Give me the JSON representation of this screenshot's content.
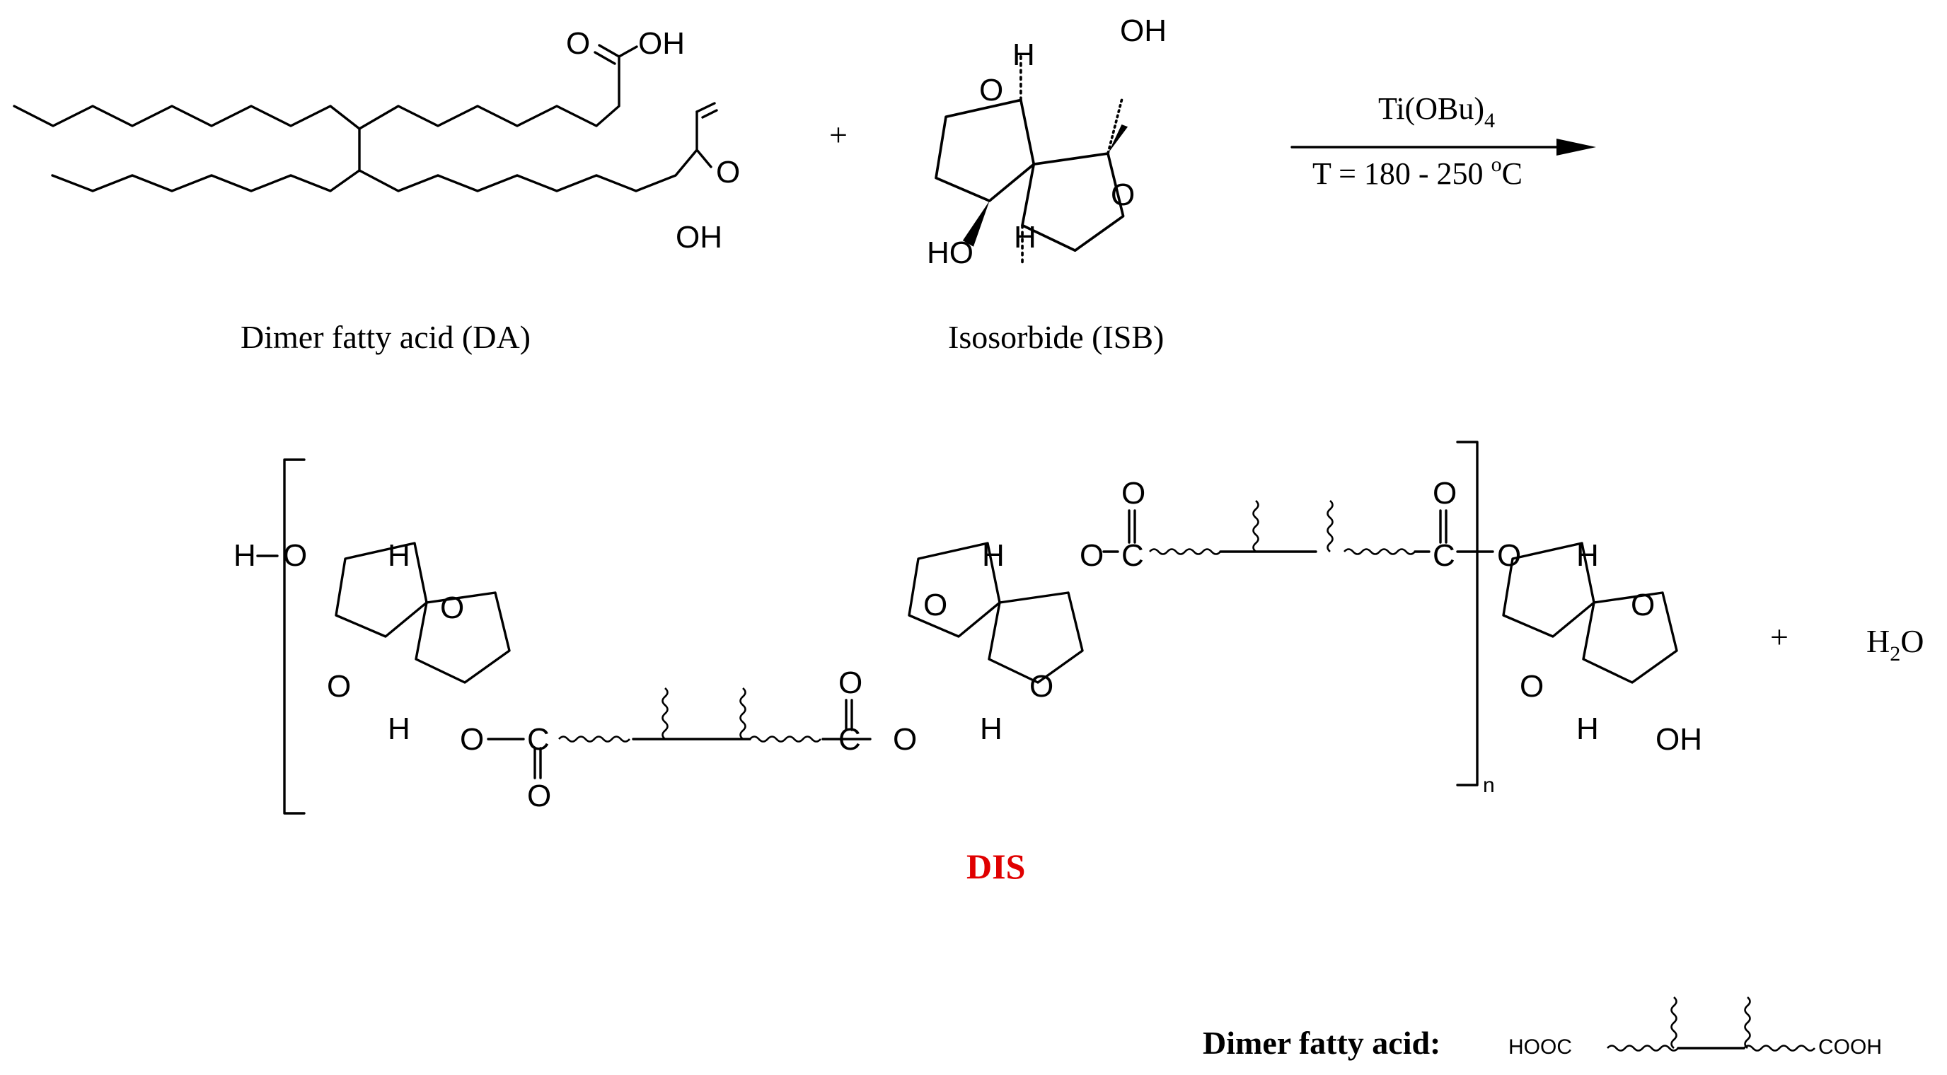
{
  "reactants": {
    "da_label": "Dimer fatty acid (DA)",
    "isb_label": "Isosorbide (ISB)",
    "plus": "+"
  },
  "conditions": {
    "catalyst_main": "Ti(OBu)",
    "catalyst_sub": "4",
    "temperature_main": "T = 180 - 250 ",
    "temperature_sup": "o",
    "temperature_unit": "C"
  },
  "product": {
    "name": "DIS",
    "repeat_subscript": "n",
    "plus": "+",
    "water_h": "H",
    "water_sub": "2",
    "water_o": "O"
  },
  "legend": {
    "label": "Dimer fatty acid:",
    "left_group": "HOOC",
    "right_group": "COOH"
  },
  "atoms": {
    "O": "O",
    "H": "H",
    "C": "C",
    "OH": "OH",
    "HO": "HO"
  },
  "colors": {
    "product_name": "#e00000",
    "lines": "#000000"
  }
}
